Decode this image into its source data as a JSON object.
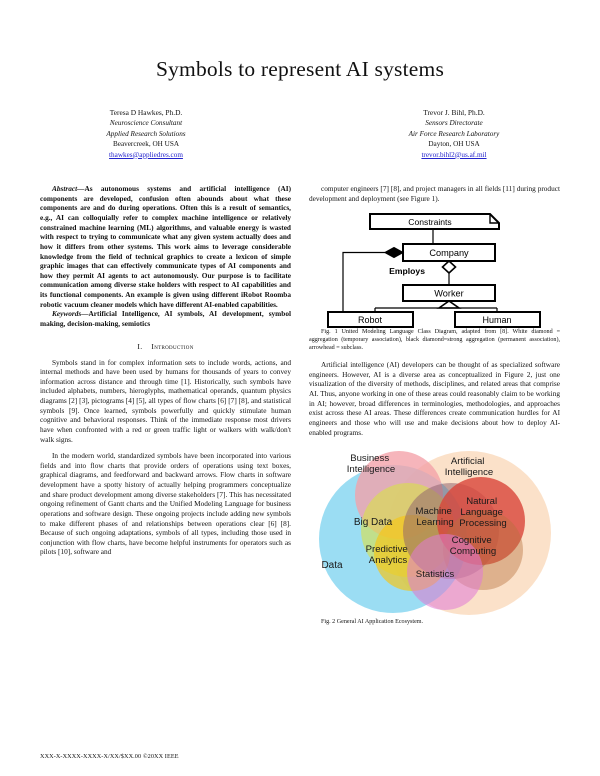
{
  "paper": {
    "title": "Symbols to represent AI systems",
    "footer": "XXX-X-XXXX-XXXX-X/XX/$XX.00 ©20XX IEEE"
  },
  "authors": [
    {
      "name": "Teresa D Hawkes, Ph.D.",
      "dept": "Neuroscience Consultant",
      "org": "Applied Research Solutions",
      "location": "Beavercreek, OH USA",
      "email": "thawkes@appliedres.com"
    },
    {
      "name": "Trevor J. Bihl, Ph.D.",
      "dept": "Sensors Directorate",
      "org": "Air Force Research Laboratory",
      "location": "Dayton, OH USA",
      "email": "trevor.bihl2@us.af.mil"
    }
  ],
  "abstract": {
    "lead": "Abstract—",
    "body": "As autonomous systems and artificial intelligence (AI) components are developed, confusion often abounds about what these components are and do during operations. Often this is a result of semantics, e.g., AI can colloquially refer to complex machine intelligence or relatively constrained machine learning (ML) algorithms, and valuable energy is wasted with respect to trying to communicate what any given system actually does and how it differs from other systems. This work aims to leverage considerable knowledge from the field of technical graphics to create a lexicon of simple graphic images that can effectively communicate types of AI components and how they permit AI agents to act autonomously. Our purpose is to facilitate communication among diverse stake holders with respect to AI capabilities and its functional components. An example is given using different iRobot Roomba robotic vacuum cleaner models which have different AI-enabled capabilities."
  },
  "keywords": {
    "lead": "Keywords—",
    "body": "Artificial Intelligence, AI symbols, AI development, symbol making, decision-making, semiotics"
  },
  "sections": [
    {
      "number": "I.",
      "heading": "Introduction",
      "paragraphs": [
        "Symbols stand in for complex information sets to include words, actions, and internal methods and have been used by humans for thousands of years to convey information across distance and through time [1]. Historically, such symbols have included alphabets, numbers, hieroglyphs, mathematical operands, quantum physics diagrams [2] [3], pictograms [4] [5], all types of flow charts [6] [7] [8], and statistical symbols [9]. Once learned, symbols powerfully and quickly stimulate human cognitive and behavioral responses. Think of the immediate response most drivers have when confronted with a red or green traffic light or walkers with walk/don't walk signs.",
        "In the modern world, standardized symbols have been incorporated into various fields and into flow charts that provide orders of operations using text boxes, graphical diagrams, and feedforward and backward arrows. Flow charts in software development have a spotty history of actually helping programmers conceptualize and share product development among diverse stakeholders [7]. This has necessitated ongoing refinement of Gantt charts and the Unified Modeling Language for business operations and software design. These ongoing projects include adding new symbols to make different phases of and relationships between operations clear [6] [8]. Because of such ongoing adaptations, symbols of all types, including those used in conjunction with flow charts, have become helpful instruments for operators such as pilots [10], software and"
      ]
    }
  ],
  "right_column": {
    "continuation": "computer engineers [7] [8], and project managers in all fields [11] during product development and deployment (see Figure 1).",
    "paragraph_after_fig1": "Artificial intelligence (AI) developers can be thought of as specialized software engineers. However, AI is a diverse area as conceptualized in Figure 2, just one visualization of the diversity of methods, disciplines, and related areas that comprise AI. Thus, anyone working in one of these areas could reasonably claim to be working in AI; however, broad differences in terminologies, methodologies, and approaches exist across these AI areas. These differences create communication hurdles for AI engineers and those who will use and make decisions about how to deploy AI-enabled programs."
  },
  "figure1": {
    "caption": "Fig. 1 United Modeling Language Class Diagram, adapted from [8]. White diamond = aggregation (temporary association), black diamond=strong aggregation (permanent association), arrowhead = subclass.",
    "nodes": [
      {
        "id": "constraints",
        "label": "Constraints",
        "shape": "note"
      },
      {
        "id": "company",
        "label": "Company",
        "shape": "class"
      },
      {
        "id": "worker",
        "label": "Worker",
        "shape": "class"
      },
      {
        "id": "robot",
        "label": "Robot",
        "shape": "class"
      },
      {
        "id": "human",
        "label": "Human",
        "shape": "class"
      }
    ],
    "edge_labels": [
      {
        "id": "employs",
        "label": "Employs"
      }
    ],
    "legend": {
      "white_diamond": "aggregation (temporary association)",
      "black_diamond": "strong aggregation (permanent association)",
      "arrowhead": "subclass"
    }
  },
  "figure2": {
    "caption": "Fig. 2 General AI Application Ecosystem.",
    "chart_data": {
      "type": "venn",
      "title": "General AI Application Ecosystem",
      "sets": [
        {
          "name": "Business Intelligence",
          "color": "#f4a0a8",
          "label_position": "top-left"
        },
        {
          "name": "Artificial Intelligence",
          "color": "#fadcc0",
          "label_position": "top-right"
        },
        {
          "name": "Data",
          "color": "#7fd3f0",
          "label_position": "left"
        },
        {
          "name": "Big Data",
          "color": "#d9e04a",
          "label_position": "center-left"
        },
        {
          "name": "Predictive Analytics",
          "color": "#f5c518",
          "label_position": "lower-left"
        },
        {
          "name": "Machine Learning",
          "color": "#9b6b7a",
          "label_position": "center"
        },
        {
          "name": "Natural Language Processing",
          "color": "#d9453a",
          "label_position": "center-right"
        },
        {
          "name": "Cognitive Computing",
          "color": "#c08a5a",
          "label_position": "right"
        },
        {
          "name": "Statistics",
          "color": "#e07ad6",
          "label_position": "bottom-center"
        }
      ]
    }
  }
}
